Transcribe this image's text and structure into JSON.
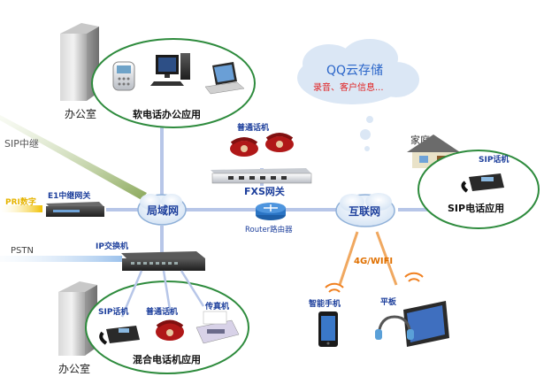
{
  "labels": {
    "office_top": "办公室",
    "office_bottom": "办公室",
    "soft_phone_app": "软电话办公应用",
    "sip_trunk": "SIP中继",
    "pri_digital": "PRI数字",
    "e1_gateway": "E1中继网关",
    "lan": "局域网",
    "pstn": "PSTN",
    "ip_pbx": "IP交换机",
    "analog_phone_top": "普通话机",
    "fxs_gateway": "FXS网关",
    "router": "Router路由器",
    "internet": "互联网",
    "cloud_title": "QQ云存储",
    "cloud_sub": "录音、客户信息...",
    "home": "家庭",
    "sip_phone_home": "SIP话机",
    "sip_phone_app": "SIP电话应用",
    "wifi": "4G/WIFI",
    "smartphone": "智能手机",
    "tablet": "平板",
    "sip_phone_bottom": "SIP话机",
    "analog_phone_bottom": "普通话机",
    "fax": "传真机",
    "mixed_app": "混合电话机应用"
  },
  "colors": {
    "lan_line": "#b7c6e8",
    "ellipse_border": "#2e8b3d",
    "cloud_fill": "#dbe7f5",
    "cloud_text": "#2b66c9",
    "cloud_sub_text": "#e02020",
    "pri_color": "#e6b400",
    "sip_trunk_line": "#90b060",
    "pstn_line": "#a8c8ec",
    "wifi_text": "#e07000",
    "label_blue": "#1d3f9c"
  }
}
